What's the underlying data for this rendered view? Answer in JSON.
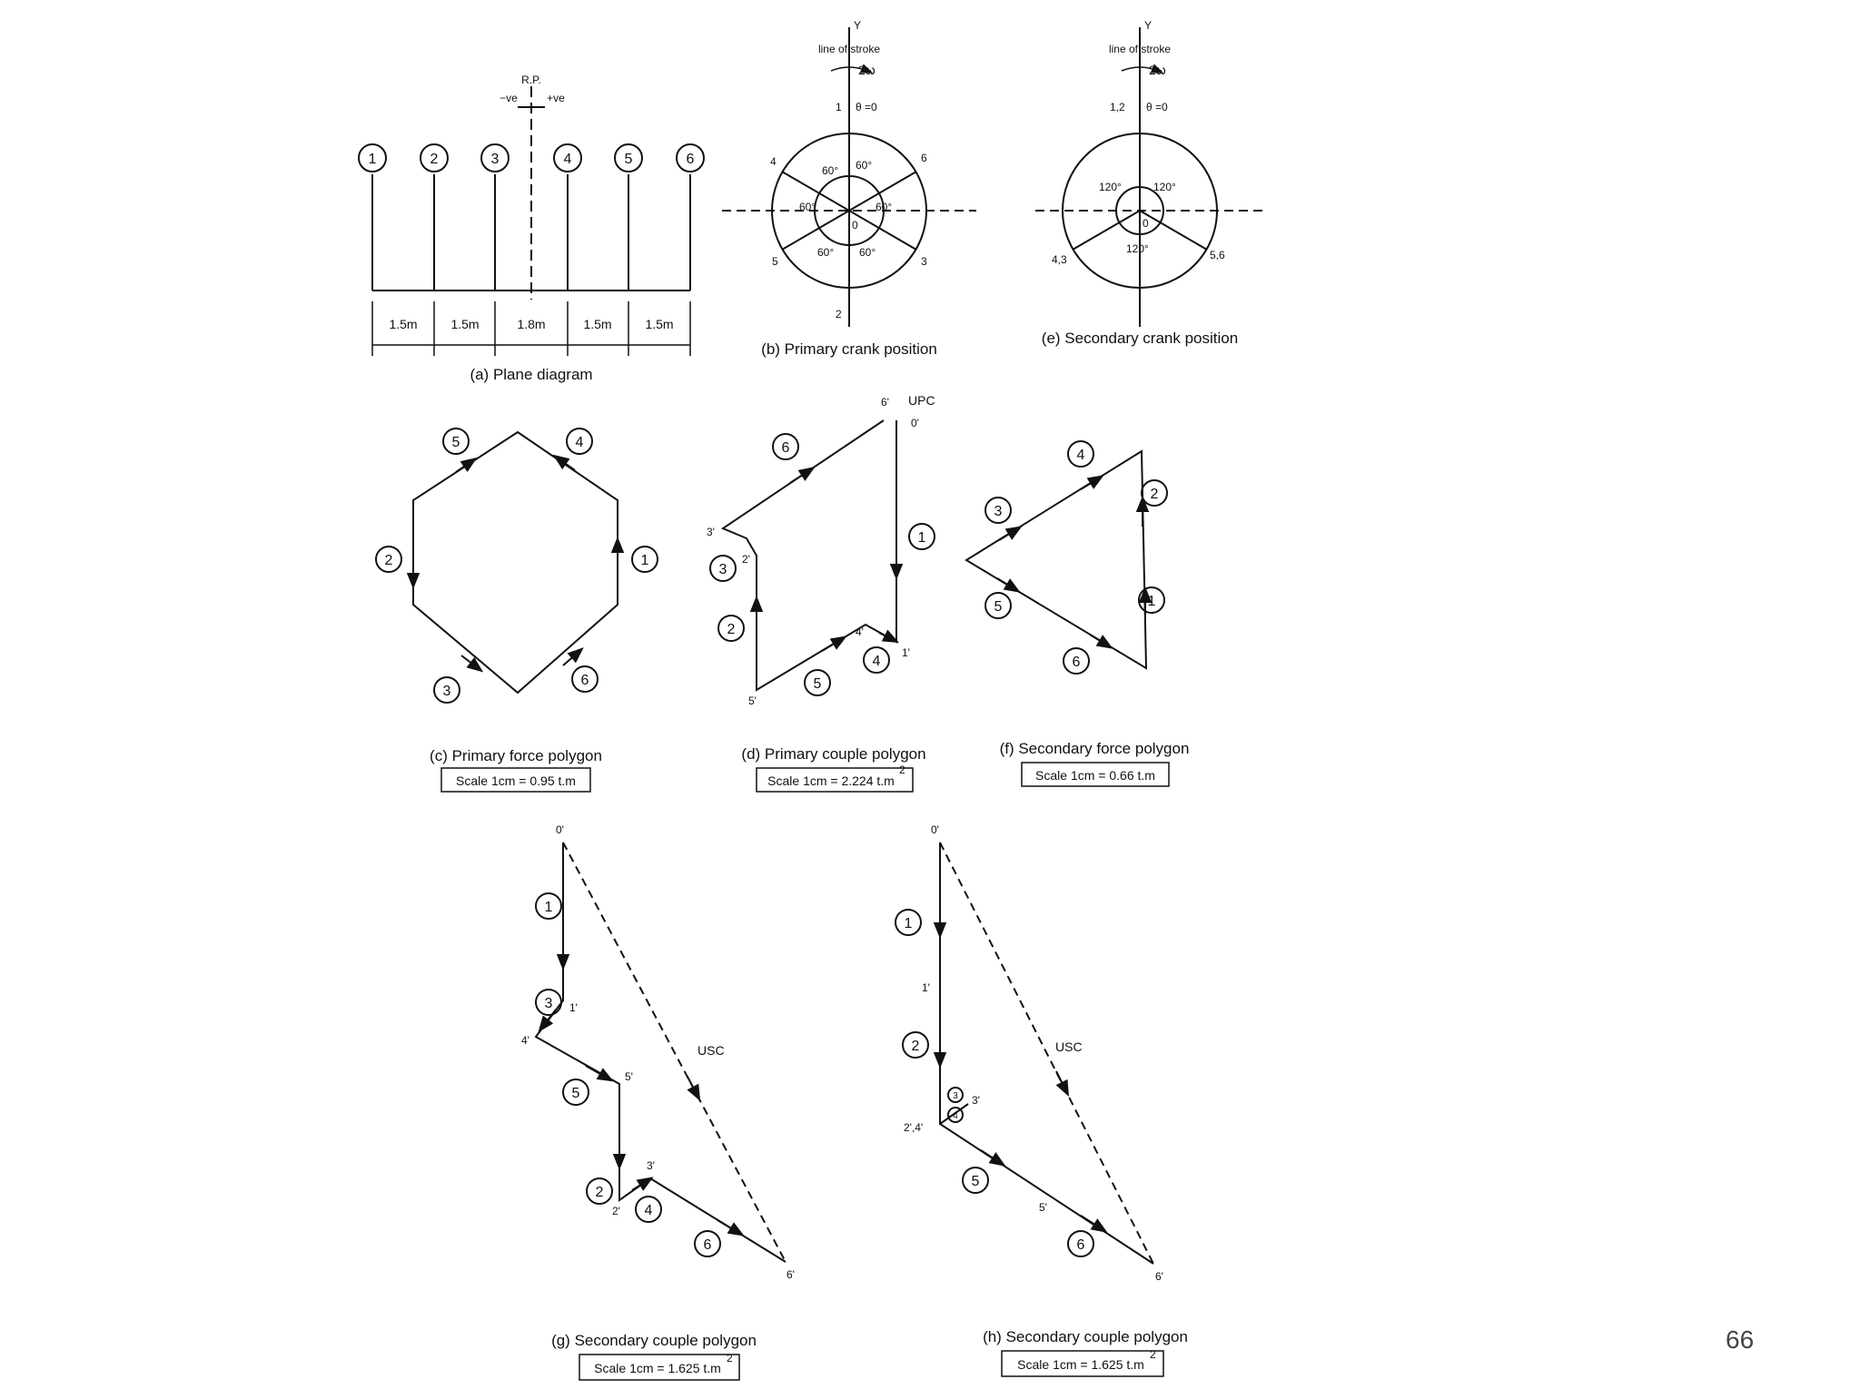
{
  "page_number": "66",
  "plane": {
    "title": "(a)  Plane diagram",
    "rp": "R.P.",
    "neg": "−ve",
    "pos": "+ve",
    "cylinders": [
      "1",
      "2",
      "3",
      "4",
      "5",
      "6"
    ],
    "spacings": [
      "1.5m",
      "1.5m",
      "1.8m",
      "1.5m",
      "1.5m"
    ]
  },
  "primary_crank": {
    "title": "(b)  Primary crank position",
    "axis_y": "Y",
    "line_of_stroke": "line of stroke",
    "omega": "2ω",
    "theta": "θ =0",
    "ends": {
      "top": "1",
      "bottom": "2",
      "upper_left": "4",
      "upper_right": "6",
      "lower_left": "5",
      "lower_right": "3"
    },
    "angles": [
      "60°",
      "60°",
      "60°",
      "60°",
      "60°",
      "60°"
    ],
    "origin": "0"
  },
  "secondary_crank": {
    "title": "(e)  Secondary crank position",
    "axis_y": "Y",
    "line_of_stroke": "line of stroke",
    "omega": "2ω",
    "theta": "θ =0",
    "ends": {
      "top": "1,2",
      "lower_left": "4,3",
      "lower_right": "5,6"
    },
    "angles": [
      "120°",
      "120°",
      "120°"
    ],
    "origin": "0"
  },
  "primary_force": {
    "title": "(c)  Primary force polygon",
    "scale": "Scale 1cm = 0.95 t.m",
    "labels": [
      "1",
      "2",
      "3",
      "4",
      "5",
      "6"
    ]
  },
  "primary_couple": {
    "title": "(d)  Primary couple polygon",
    "scale": "Scale 1cm = 2.224 t.m",
    "scale_sup": "2",
    "upc": "UPC",
    "labels": [
      "1",
      "2",
      "3",
      "4",
      "5",
      "6"
    ],
    "points": {
      "p0": "0'",
      "p1": "1'",
      "p2": "2'",
      "p3": "3'",
      "p4": "4'",
      "p5": "5'",
      "p6": "6'"
    }
  },
  "secondary_force": {
    "title": "(f)  Secondary force polygon",
    "scale": "Scale 1cm = 0.66 t.m",
    "labels": [
      "1",
      "2",
      "3",
      "4",
      "5",
      "6"
    ]
  },
  "secondary_couple_g": {
    "title": "(g)  Secondary couple polygon",
    "scale": "Scale 1cm = 1.625 t.m",
    "scale_sup": "2",
    "usc": "USC",
    "labels": [
      "1",
      "2",
      "3",
      "4",
      "5",
      "6"
    ],
    "points": {
      "p0": "0'",
      "p1": "1'",
      "p2": "2'",
      "p3": "3'",
      "p4": "4'",
      "p5": "5'",
      "p6": "6'"
    }
  },
  "secondary_couple_h": {
    "title": "(h)  Secondary couple polygon",
    "scale": "Scale 1cm = 1.625 t.m",
    "scale_sup": "2",
    "usc": "USC",
    "labels": [
      "1",
      "2",
      "5",
      "6",
      "3",
      "4"
    ],
    "points": {
      "p0": "0'",
      "p1": "1'",
      "p24": "2',4'",
      "p3": "3'",
      "p5": "5'",
      "p6": "6'"
    }
  }
}
